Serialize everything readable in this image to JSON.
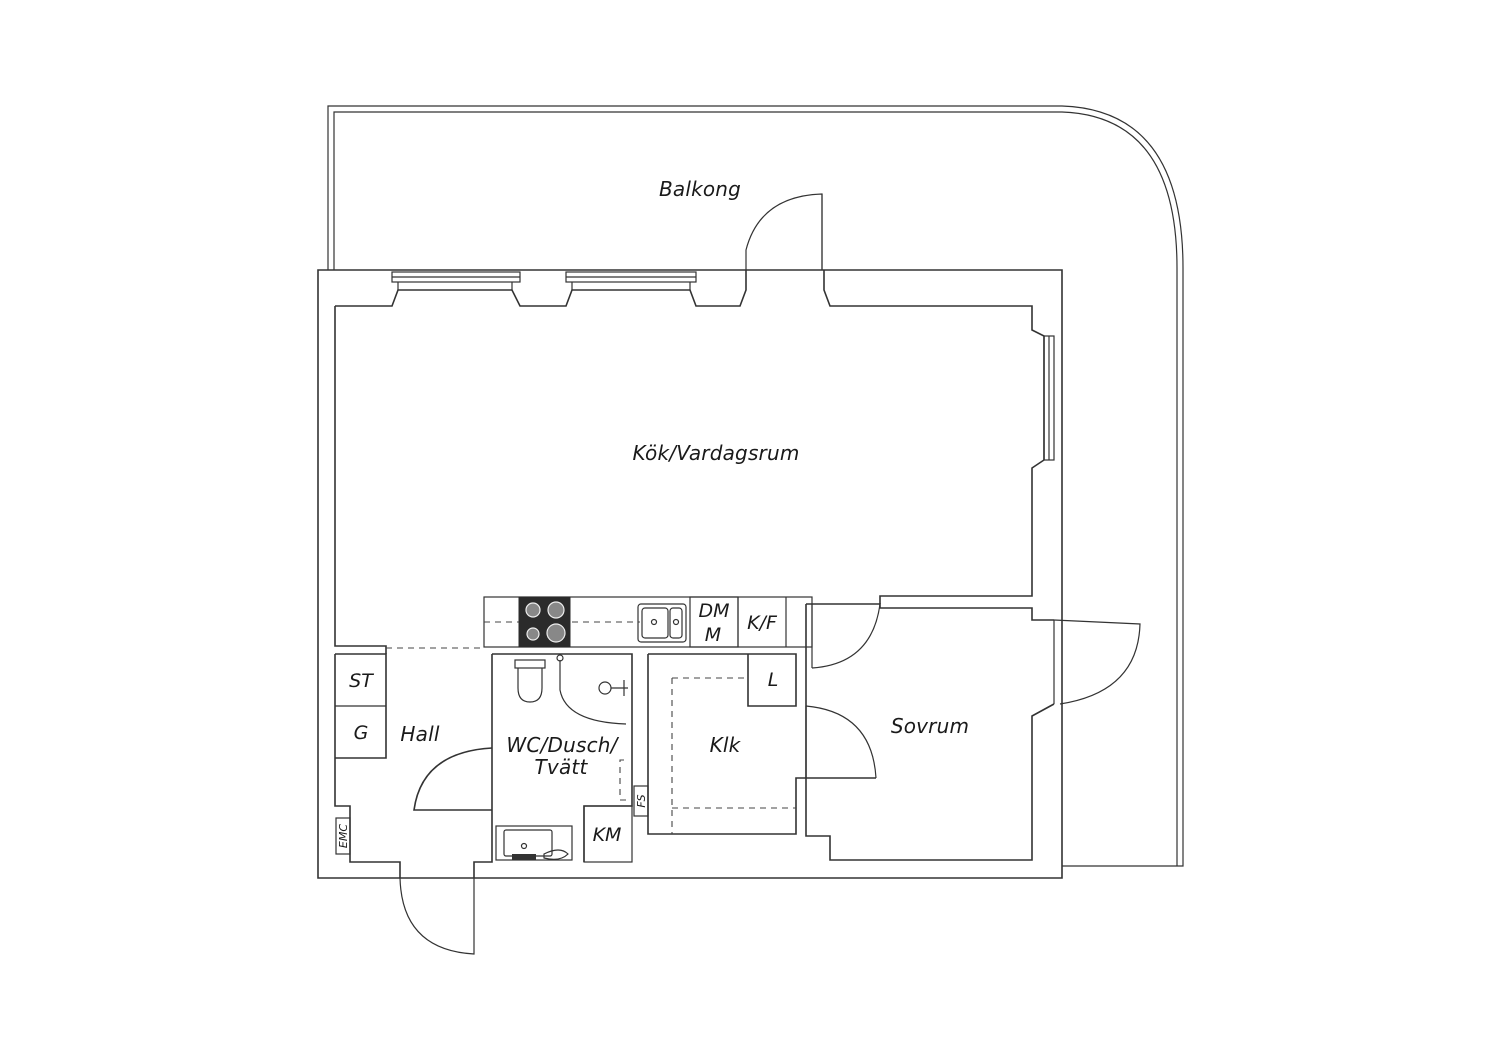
{
  "labels": {
    "balkong": "Balkong",
    "kok_vardagsrum": "Kök/Vardagsrum",
    "sovrum": "Sovrum",
    "hall": "Hall",
    "wc_line1": "WC/Dusch/",
    "wc_line2": "Tvätt",
    "klk": "Klk"
  },
  "fixtures": {
    "st": "ST",
    "g": "G",
    "dm": "DM",
    "m": "M",
    "kf": "K/F",
    "l": "L",
    "km": "KM",
    "fs": "FS",
    "emc": "EMC"
  },
  "colors": {
    "line": "#333333",
    "stove": "#2b2b2b",
    "background": "#ffffff"
  }
}
